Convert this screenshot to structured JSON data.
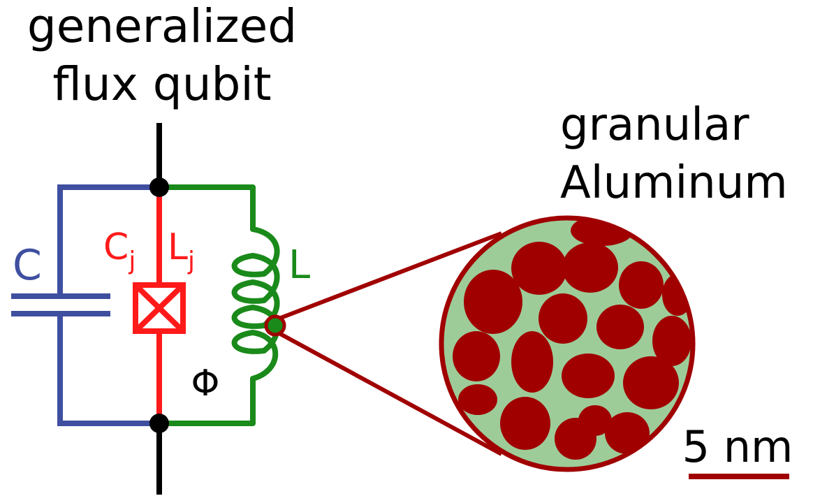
{
  "title": {
    "line1": "generalized",
    "line2": "flux qubit"
  },
  "material": {
    "line1": "granular",
    "line2": "Aluminum"
  },
  "labels": {
    "capacitor": "C",
    "junction_capacitance": "C",
    "junction_capacitance_sub": "j",
    "junction_inductance": "L",
    "junction_inductance_sub": "j",
    "inductor": "L",
    "flux": "Φ"
  },
  "scale_bar": {
    "label": "5 nm"
  },
  "colors": {
    "wire": "#000000",
    "capacitor_branch": "#3f4fa0",
    "junction_branch": "#ff1a1a",
    "inductor_branch": "#1a8a1a",
    "grain": "#a00000",
    "matrix": "#9dcc99"
  }
}
